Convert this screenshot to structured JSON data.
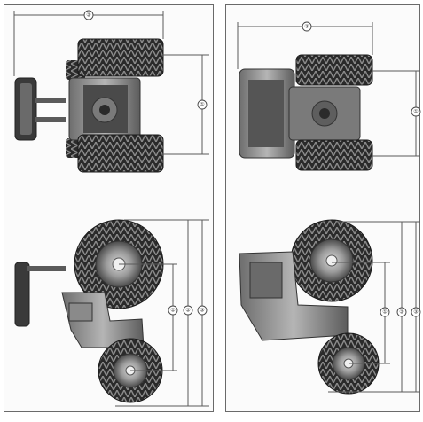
{
  "figure": {
    "background": "#ffffff",
    "line_color": "#5a5a5a",
    "panels": [
      {
        "id": "left",
        "callouts": [
          "②",
          "①",
          "①",
          "②",
          "③"
        ]
      },
      {
        "id": "right",
        "callouts": [
          "③",
          "①",
          "①",
          "②",
          "③"
        ]
      }
    ]
  }
}
